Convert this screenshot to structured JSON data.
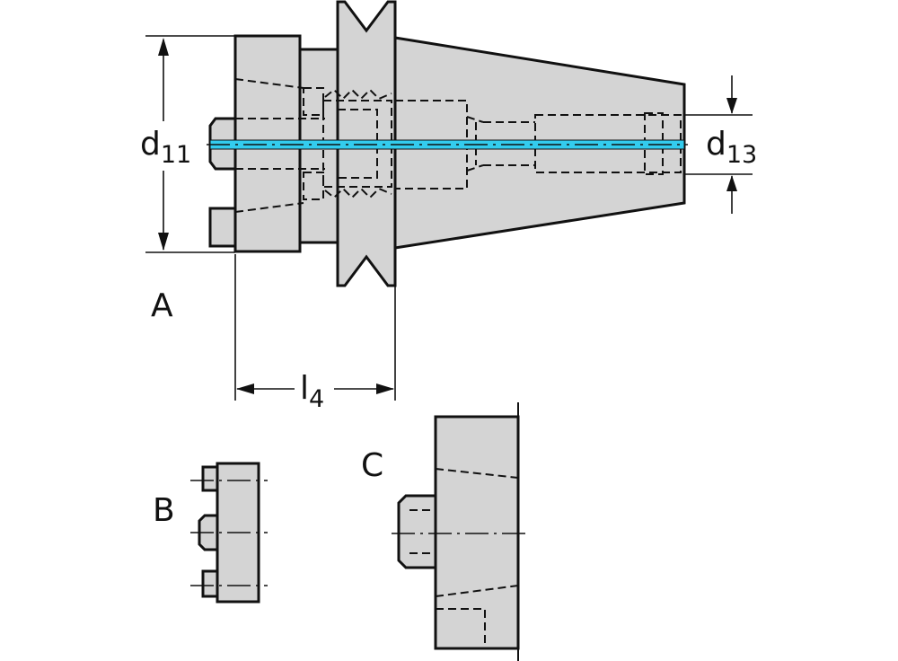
{
  "labels": {
    "d11_main": "d",
    "d11_sub": "11",
    "d13_main": "d",
    "d13_sub": "13",
    "l4_main": "l",
    "l4_sub": "4",
    "view_a": "A",
    "view_b": "B",
    "view_c": "C"
  },
  "colors": {
    "body_fill": "#d4d4d4",
    "outline": "#111111",
    "coolant_channel": "#33ccee",
    "background": "#ffffff"
  }
}
